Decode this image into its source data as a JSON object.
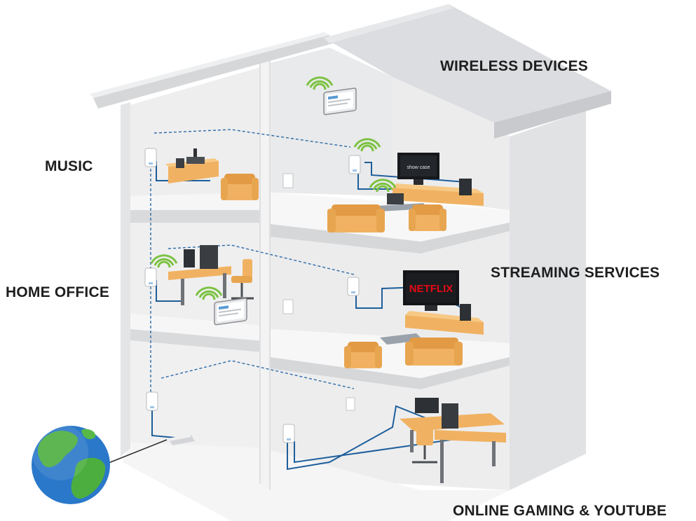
{
  "labels": {
    "wireless_devices": "WIRELESS DEVICES",
    "music": "MUSIC",
    "streaming_services": "STREAMING SERVICES",
    "home_office": "HOME OFFICE",
    "online_gaming": "ONLINE GAMING & YOUTUBE"
  },
  "tv_screens": {
    "upper_brand": "show case",
    "netflix": "NETFLIX"
  },
  "icons": [
    "globe-icon",
    "wifi-icon",
    "tablet-icon",
    "tv-icon",
    "desk-icon",
    "sofa-icon",
    "chair-icon",
    "powerline-adapter-icon",
    "router-icon"
  ],
  "colors": {
    "house": "#f2f2f3",
    "roof": "#dadbdd",
    "furniture": "#f0b262",
    "wifi": "#7cc242",
    "cable": "#1d5e9a",
    "netflix_red": "#e50914"
  }
}
